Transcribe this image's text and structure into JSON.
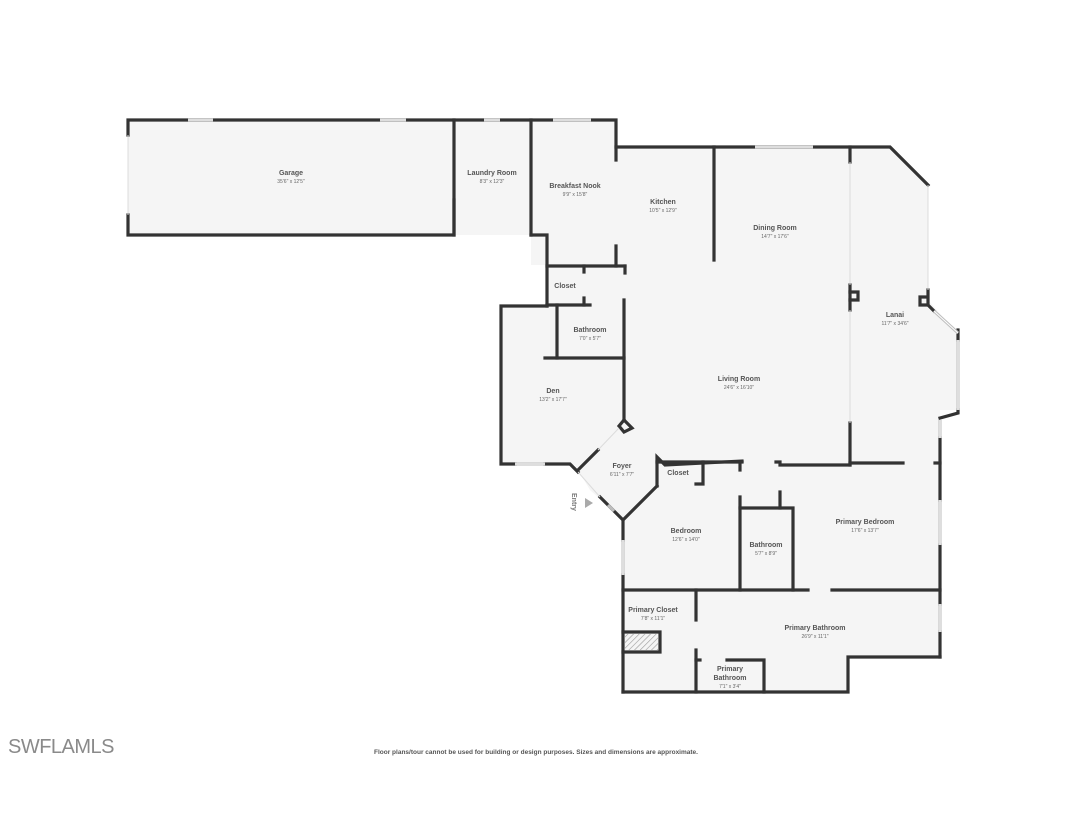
{
  "floorplan": {
    "rooms": [
      {
        "id": "garage",
        "name": "Garage",
        "dimensions": "35'6\" x 12'5\""
      },
      {
        "id": "laundry-room",
        "name": "Laundry Room",
        "dimensions": "8'3\" x 12'3\""
      },
      {
        "id": "breakfast-nook",
        "name": "Breakfast Nook",
        "dimensions": "9'9\" x 15'8\""
      },
      {
        "id": "kitchen",
        "name": "Kitchen",
        "dimensions": "10'5\" x 12'9\""
      },
      {
        "id": "dining-room",
        "name": "Dining Room",
        "dimensions": "14'7\" x 17'6\""
      },
      {
        "id": "lanai",
        "name": "Lanai",
        "dimensions": "11'7\" x 34'6\""
      },
      {
        "id": "closet-1",
        "name": "Closet",
        "dimensions": ""
      },
      {
        "id": "bathroom-1",
        "name": "Bathroom",
        "dimensions": "7'0\" x 5'7\""
      },
      {
        "id": "den",
        "name": "Den",
        "dimensions": "13'2\" x 17'7\""
      },
      {
        "id": "living-room",
        "name": "Living Room",
        "dimensions": "24'6\" x 16'10\""
      },
      {
        "id": "foyer",
        "name": "Foyer",
        "dimensions": "6'11\" x 7'7\""
      },
      {
        "id": "closet-2",
        "name": "Closet",
        "dimensions": ""
      },
      {
        "id": "bedroom",
        "name": "Bedroom",
        "dimensions": "12'6\" x 14'0\""
      },
      {
        "id": "bathroom-2",
        "name": "Bathroom",
        "dimensions": "5'7\" x 8'9\""
      },
      {
        "id": "primary-bedroom",
        "name": "Primary Bedroom",
        "dimensions": "17'6\" x 13'7\""
      },
      {
        "id": "primary-closet",
        "name": "Primary Closet",
        "dimensions": "7'8\" x 11'1\""
      },
      {
        "id": "primary-bathroom",
        "name": "Primary Bathroom",
        "dimensions": "26'9\" x 11'1\""
      },
      {
        "id": "primary-bathroom-2",
        "name_line1": "Primary",
        "name_line2": "Bathroom",
        "dimensions": "7'1\" x 3'4\""
      }
    ],
    "entry_label": "Entry"
  },
  "footer": {
    "logo": "SWFLAMLS",
    "disclaimer": "Floor plans/tour cannot be used for building or design purposes. Sizes and dimensions are approximate."
  }
}
